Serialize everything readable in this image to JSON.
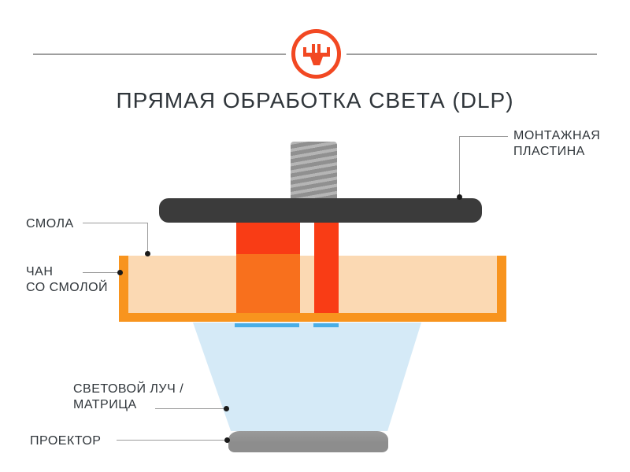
{
  "title": "ПРЯМАЯ ОБРАБОТКА СВЕТА (DLP)",
  "labels": {
    "mounting_plate": {
      "lines": [
        "МОНТАЖНАЯ",
        "ПЛАСТИНА"
      ]
    },
    "resin": "СМОЛА",
    "vat": {
      "lines": [
        "ЧАН",
        "СО СМОЛОЙ"
      ]
    },
    "light_beam": {
      "lines": [
        "СВЕТОВОЙ ЛУЧ /",
        "МАТРИЦА"
      ]
    },
    "projector": "ПРОЕКТОР"
  },
  "header": {
    "logo_icon": "dlp-printer-icon"
  },
  "diagram": {
    "colors": {
      "brand": "#f24822",
      "divider": "#9e9e9e",
      "plate": "#3b3b3b",
      "screw_light": "#b5b5b5",
      "screw_dark": "#909090",
      "part_red": "#f93c15",
      "part_submerged": "#f8701d",
      "vat_orange": "#f8941e",
      "resin_peach": "#fbd9b3",
      "cured_blue": "#4aaee6",
      "beam_blue": "#d5eaf7",
      "projector_gray": "#8d8d8d",
      "leader": "#9b9b9b",
      "dot": "#1a1a1a",
      "text": "#2f353a"
    }
  }
}
